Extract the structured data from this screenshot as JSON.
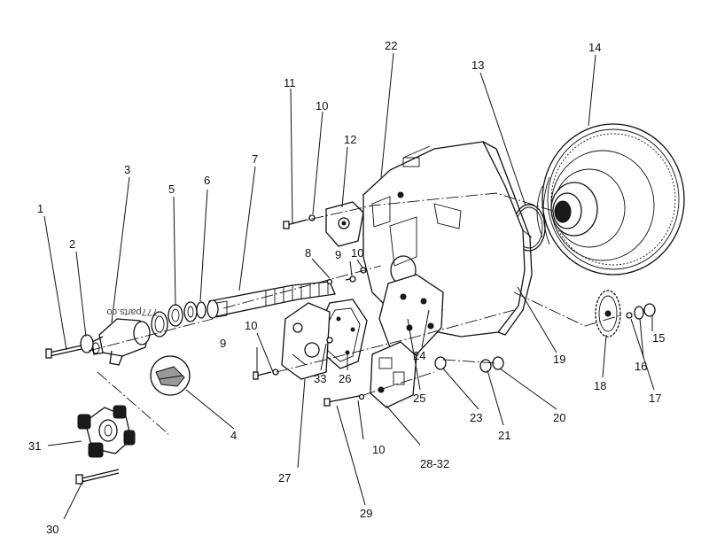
{
  "watermark": "777parts.co",
  "callouts": {
    "c1": "1",
    "c2": "2",
    "c3": "3",
    "c4": "4",
    "c5": "5",
    "c6": "6",
    "c7": "7",
    "c8": "8",
    "c9a": "9",
    "c9b": "9",
    "c10a": "10",
    "c10b": "10",
    "c10c": "10",
    "c10d": "10",
    "c11": "11",
    "c12": "12",
    "c13": "13",
    "c14": "14",
    "c15": "15",
    "c16": "16",
    "c17": "17",
    "c18": "18",
    "c19": "19",
    "c20": "20",
    "c21": "21",
    "c22": "22",
    "c23": "23",
    "c24": "24",
    "c25": "25",
    "c26": "26",
    "c27": "27",
    "c28": "28-32",
    "c29": "29",
    "c30": "30",
    "c31": "31",
    "c33": "33"
  }
}
